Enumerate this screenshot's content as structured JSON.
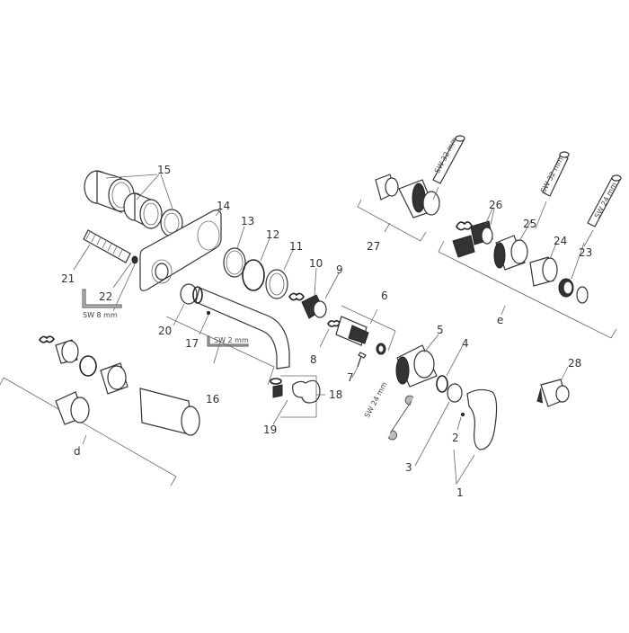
{
  "diagram": {
    "type": "exploded-parts-view",
    "subject": "wall-mounted single-lever basin mixer (exploded view)",
    "part_numbers": [
      "1",
      "2",
      "3",
      "4",
      "5",
      "6",
      "7",
      "8",
      "9",
      "10",
      "11",
      "12",
      "13",
      "14",
      "15",
      "16",
      "17",
      "18",
      "19",
      "20",
      "21",
      "22",
      "23",
      "24",
      "25",
      "26",
      "27",
      "28"
    ],
    "group_labels": [
      "d",
      "e"
    ],
    "tool_labels": {
      "sw8": "SW 8 mm",
      "sw2": "SW 2 mm",
      "sw24_wrench": "SW 24 mm",
      "sw32_a": "SW 32 mm",
      "sw32_b": "SW 32 mm",
      "sw24_socket": "SW 24 mm"
    },
    "labels": {
      "n1": "1",
      "n2": "2",
      "n3": "3",
      "n4": "4",
      "n5": "5",
      "n6": "6",
      "n7": "7",
      "n8": "8",
      "n9": "9",
      "n10": "10",
      "n11": "11",
      "n12": "12",
      "n13": "13",
      "n14": "14",
      "n15": "15",
      "n16": "16",
      "n17": "17",
      "n18": "18",
      "n19": "19",
      "n20": "20",
      "n21": "21",
      "n22": "22",
      "n23": "23",
      "n24": "24",
      "n25": "25",
      "n26": "26",
      "n27": "27",
      "n28": "28",
      "d": "d",
      "e": "e"
    }
  }
}
